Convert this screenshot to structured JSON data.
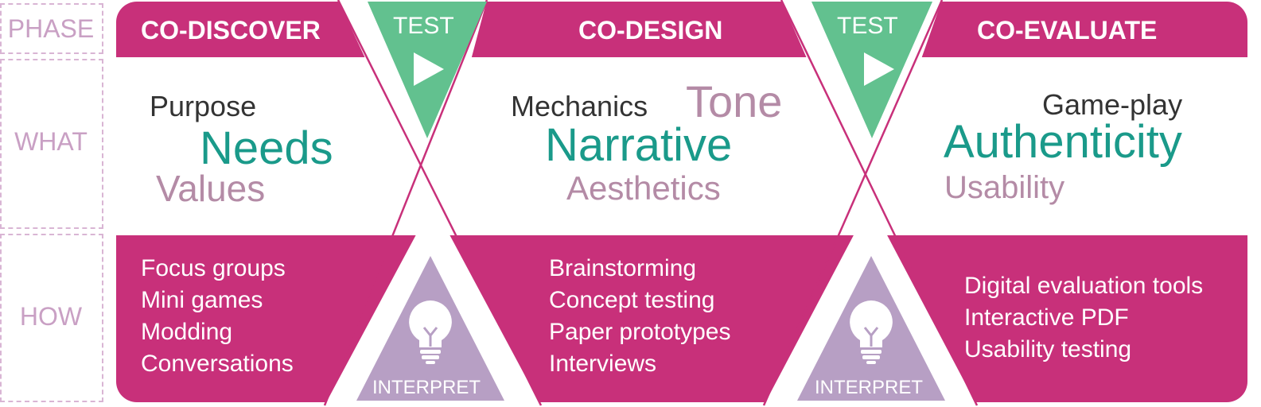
{
  "row_labels": {
    "phase": "PHASE",
    "what": "WHAT",
    "how": "HOW"
  },
  "phases": [
    {
      "title": "CO-DISCOVER",
      "what": [
        "Purpose",
        "Needs",
        "Values"
      ],
      "how": [
        "Focus groups",
        "Mini games",
        "Modding",
        "Conversations"
      ]
    },
    {
      "title": "CO-DESIGN",
      "what": [
        "Mechanics",
        "Tone",
        "Narrative",
        "Aesthetics"
      ],
      "how": [
        "Brainstorming",
        "Concept testing",
        "Paper prototypes",
        "Interviews"
      ]
    },
    {
      "title": "CO-EVALUATE",
      "what": [
        "Game-play",
        "Authenticity",
        "Usability"
      ],
      "how": [
        "Digital evaluation tools",
        "Interactive PDF",
        "Usability testing"
      ]
    }
  ],
  "test_label": "TEST",
  "interpret_label": "INTERPRET",
  "colors": {
    "magenta": "#c8307a",
    "green": "#62c18f",
    "purple": "#b79fc4",
    "teal": "#1a9a8a",
    "mauve": "#b48ba6",
    "dark": "#333333",
    "rowlabel": "#c9a0c4"
  },
  "icons": {
    "test": "play-icon",
    "interpret": "lightbulb-icon"
  }
}
